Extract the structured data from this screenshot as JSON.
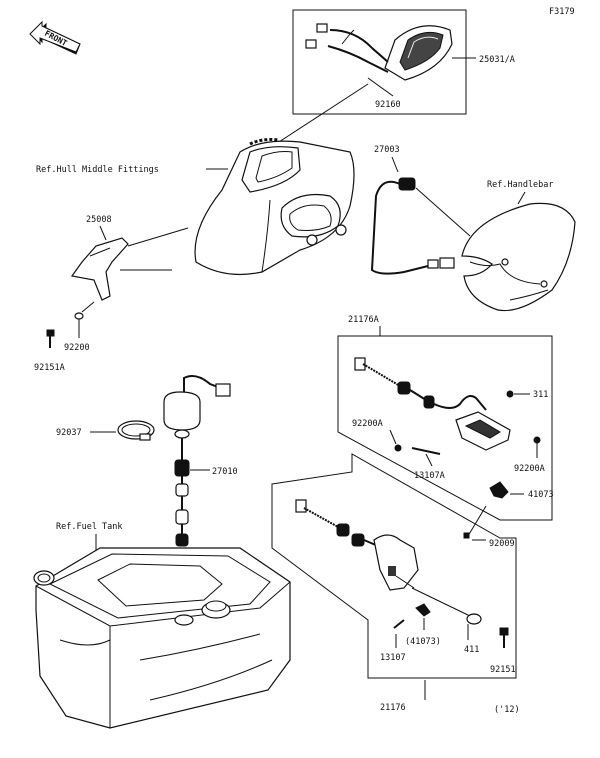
{
  "figure_code": "F3179",
  "front_label": "FRONT",
  "callouts": {
    "gauge": "25031/A",
    "harness_gauge": "92160",
    "hull_ref": "Ref.Hull Middle Fittings",
    "bracket": "25008",
    "washer_a": "92200",
    "bolt_a": "92151A",
    "cable": "27003",
    "handlebar_ref": "Ref.Handlebar",
    "switch_assy_a": "21176A",
    "nut": "311",
    "washer_b": "92200A",
    "pin_a": "13107A",
    "washer_c": "92200A",
    "clip": "41073",
    "screw": "92009",
    "clamp": "92037",
    "sender": "27010",
    "fuel_tank_ref": "Ref.Fuel Tank",
    "clip_paren": "(41073)",
    "pin": "13107",
    "washer_d": "411",
    "bolt_b": "92151",
    "switch_assy": "21176",
    "year_note": "('12)"
  }
}
